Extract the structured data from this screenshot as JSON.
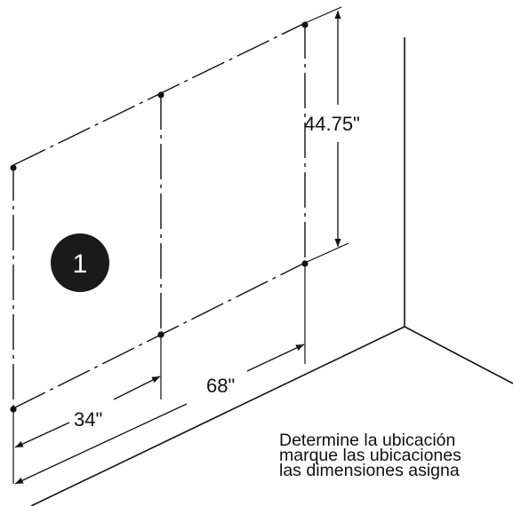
{
  "diagram": {
    "step_number": "1",
    "dimensions": {
      "height": "44.75\"",
      "spacing_short": "34\"",
      "spacing_long": "68\""
    },
    "instructions": [
      "Determine la ubicación",
      "marque las ubicaciones",
      "las dimensiones asigna"
    ]
  }
}
